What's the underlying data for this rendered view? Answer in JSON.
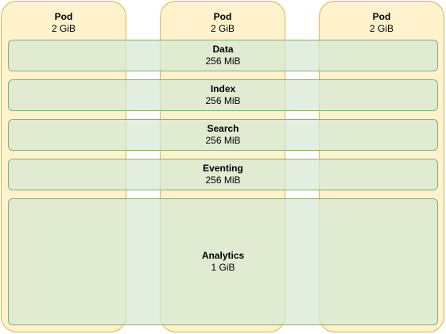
{
  "pods": [
    {
      "title": "Pod",
      "size": "2 GiB"
    },
    {
      "title": "Pod",
      "size": "2 GiB"
    },
    {
      "title": "Pod",
      "size": "2 GiB"
    }
  ],
  "services": [
    {
      "name": "Data",
      "size": "256 MiB"
    },
    {
      "name": "Index",
      "size": "256 MiB"
    },
    {
      "name": "Search",
      "size": "256 MiB"
    },
    {
      "name": "Eventing",
      "size": "256 MiB"
    },
    {
      "name": "Analytics",
      "size": "1 GiB"
    }
  ],
  "colors": {
    "pod_fill": "#fff2cc",
    "pod_stroke": "#d6b656",
    "service_fill": "#d5e8d4",
    "service_stroke": "#82b366"
  }
}
